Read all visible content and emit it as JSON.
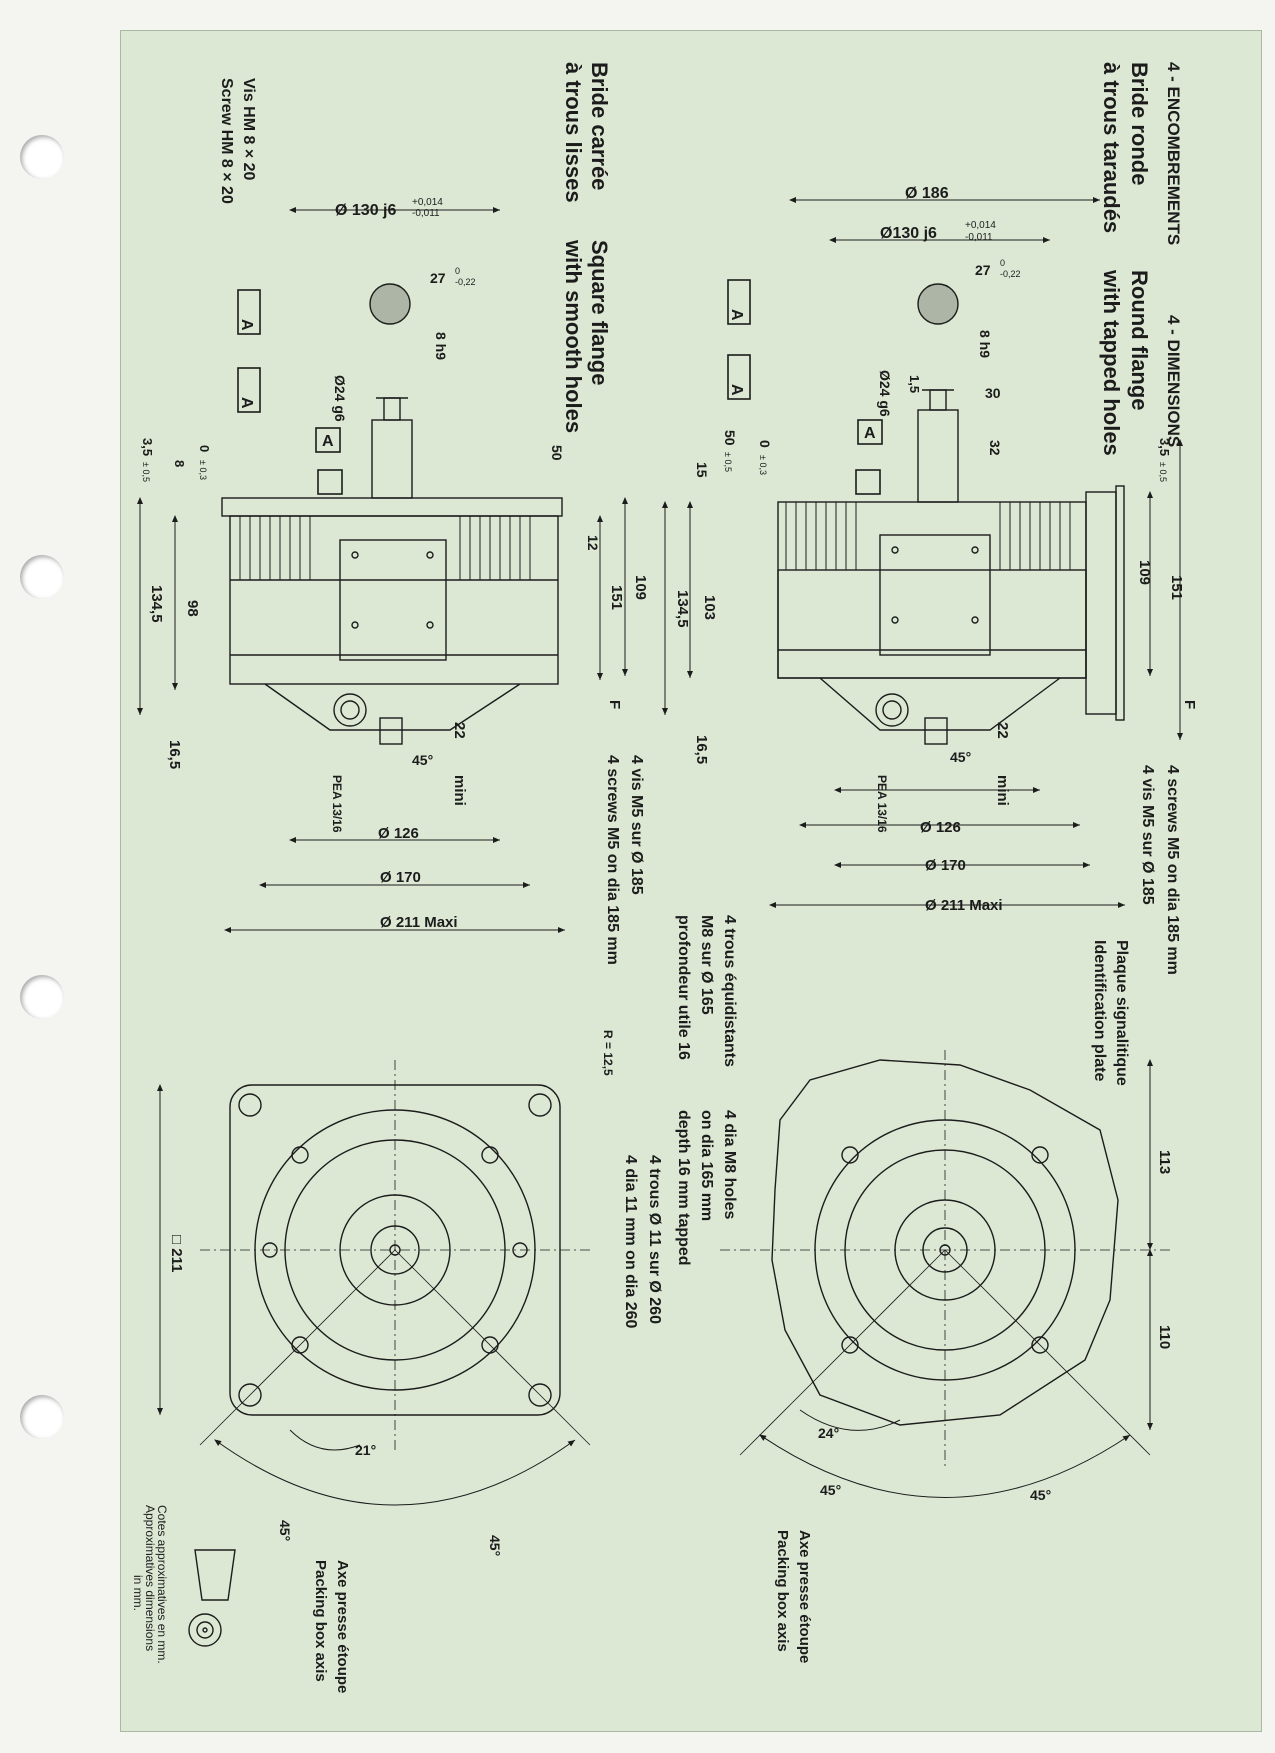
{
  "section_fr": "4 - ENCOMBREMENTS",
  "section_en": "4 - DIMENSIONS",
  "round_flange": {
    "title_fr_1": "Bride ronde",
    "title_fr_2": "à trous taraudés",
    "title_en_1": "Round flange",
    "title_en_2": "with tapped holes",
    "dims": {
      "d186": "Ø 186",
      "d130": "Ø130 j6",
      "d130_tol_top": "+0,014",
      "d130_tol_bot": "-0,011",
      "key27": "27",
      "key27_tol_top": "0",
      "key27_tol_bot": "-0,22",
      "h9": "8 h9",
      "shaft": "Ø24 g6",
      "d15": "1,5",
      "d30": "30",
      "d32": "32",
      "d50": "50",
      "d50_tol": "± 0,5",
      "zero": "0",
      "zero_tol": "± 0,3",
      "d15b": "15",
      "d35": "3,5",
      "d35_tol": "± 0,5",
      "d109": "109",
      "d151": "151",
      "d103": "103",
      "d134": "134,5",
      "F": "F",
      "d165": "16,5",
      "d22": "22",
      "mini": "mini",
      "a45": "45°",
      "pea": "PEA 13/16",
      "d126": "Ø 126",
      "d170": "Ø 170",
      "d211": "Ø 211 Maxi"
    },
    "screws_en": "4 screws M5 on dia 185 mm",
    "screws_fr": "4 vis M5 sur Ø 185",
    "plate_fr": "Plaque signalitique",
    "plate_en": "Identification plate",
    "holes_fr_1": "4 trous équidistants",
    "holes_fr_2": "M8 sur Ø 165",
    "holes_fr_3": "profondeur utile 16",
    "holes_en_1": "4 dia M8 holes",
    "holes_en_2": "on dia 165 mm",
    "holes_en_3": "depth 16 mm tapped",
    "dim113": "113",
    "dim110": "110",
    "a24": "24°",
    "a45a": "45°",
    "a45b": "45°",
    "axis_fr": "Axe presse étoupe",
    "axis_en": "Packing box axis"
  },
  "square_flange": {
    "title_fr_1": "Bride carrée",
    "title_fr_2": "à trous lisses",
    "title_en_1": "Square flange",
    "title_en_2": "with smooth holes",
    "screw_fr": "Vis HM 8 × 20",
    "screw_en": "Screw HM 8 × 20",
    "dims": {
      "d130": "Ø 130 j6",
      "d130_tol_top": "+0,014",
      "d130_tol_bot": "-0,011",
      "key27": "27",
      "key27_tol_top": "0",
      "key27_tol_bot": "-0,22",
      "h9": "8 h9",
      "shaft": "Ø24 g6",
      "d50": "50",
      "d35": "3,5",
      "d35_tol": "± 0,5",
      "d8": "8",
      "zero": "0",
      "zero_tol": "± 0,3",
      "d12": "12",
      "d109": "109",
      "d151": "151",
      "d98": "98",
      "d134": "134,5",
      "F": "F",
      "d165": "16,5",
      "d22": "22",
      "mini": "mini",
      "a45": "45°",
      "pea": "PEA 13/16",
      "d126": "Ø 126",
      "d170": "Ø 170",
      "d211": "Ø 211 Maxi"
    },
    "screws_fr": "4 vis M5 sur Ø 185",
    "screws_en": "4 screws M5 on dia 185 mm",
    "r125": "R = 12,5",
    "holes_fr": "4 trous Ø 11 sur Ø 260",
    "holes_en": "4 dia 11 mm on dia 260",
    "sq211": "□ 211",
    "a21": "21°",
    "a45a": "45°",
    "a45b": "45°",
    "axis_fr": "Axe presse étoupe",
    "axis_en": "Packing box axis"
  },
  "datum_A": "A",
  "footer_fr": "Cotes approximatives en mm.",
  "footer_en_1": "Approximatives dimensions",
  "footer_en_2": "in mm.",
  "colors": {
    "panel": "#dce8d4",
    "ink": "#1c1c1c"
  }
}
